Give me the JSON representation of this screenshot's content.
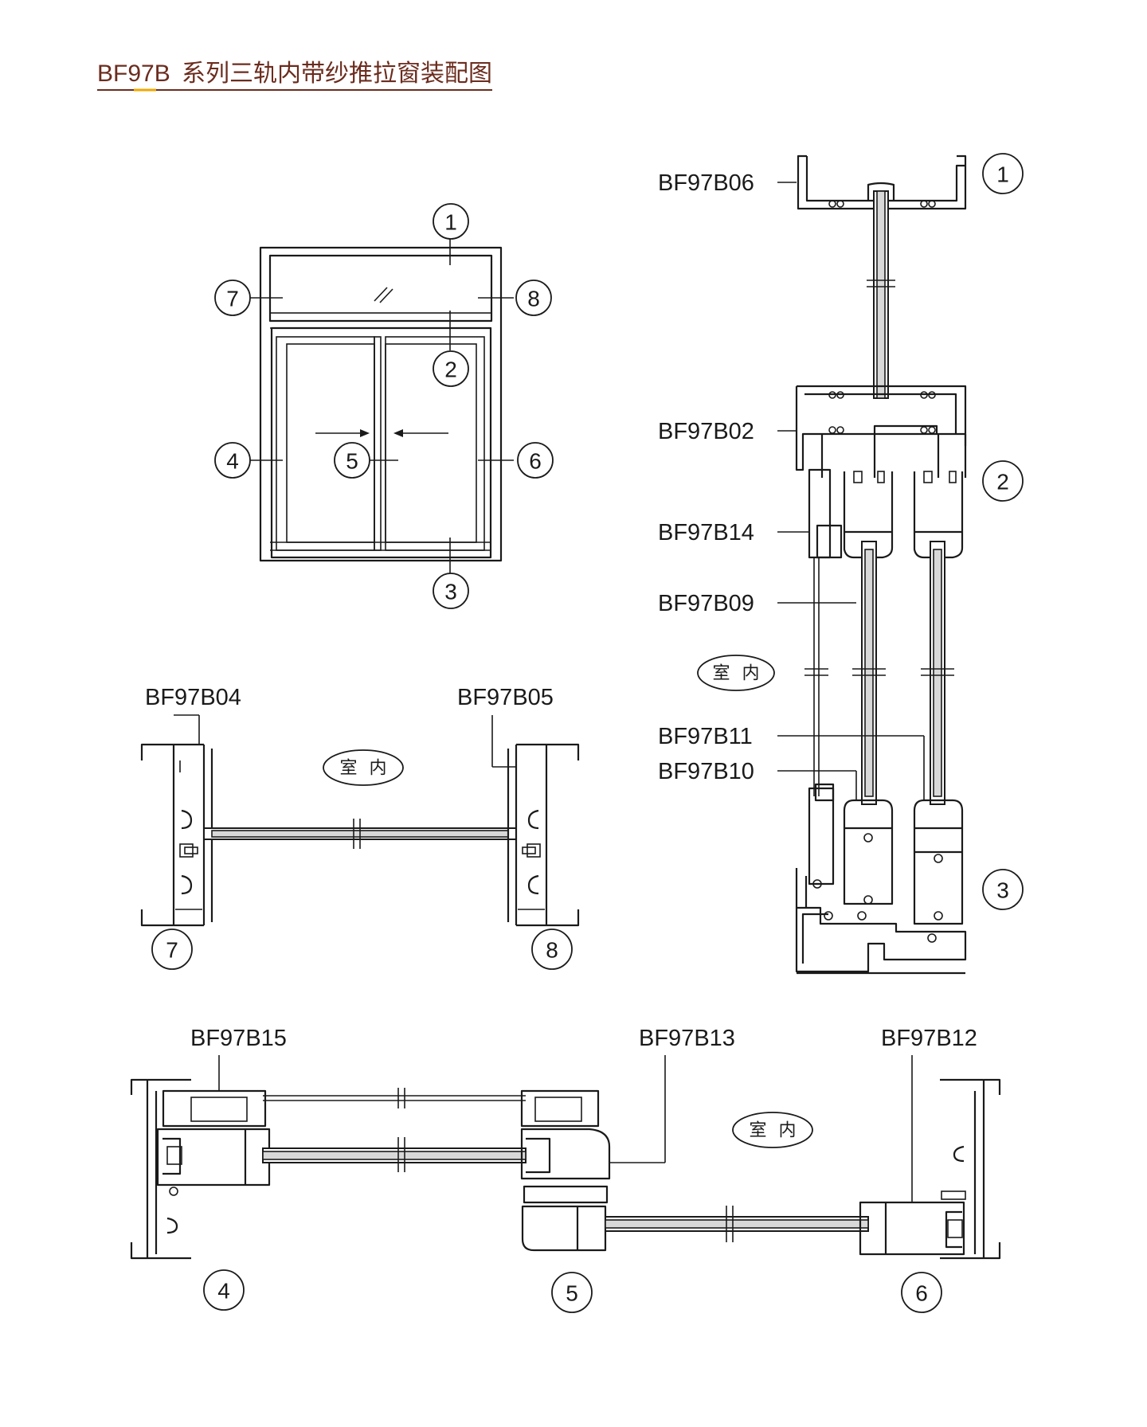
{
  "title": {
    "prefix": "BF97B",
    "text": "系列三轨内带纱推拉窗装配图",
    "underline_color": "#6b2c1e",
    "accent_color": "#f0a800"
  },
  "indoor_label": "室 内",
  "callouts": {
    "c1": "1",
    "c2": "2",
    "c3": "3",
    "c4": "4",
    "c5": "5",
    "c6": "6",
    "c7": "7",
    "c8": "8"
  },
  "profiles": {
    "b06": "BF97B06",
    "b02": "BF97B02",
    "b14": "BF97B14",
    "b09": "BF97B09",
    "b11": "BF97B11",
    "b10": "BF97B10",
    "b04": "BF97B04",
    "b05": "BF97B05",
    "b15": "BF97B15",
    "b13": "BF97B13",
    "b12": "BF97B12"
  }
}
